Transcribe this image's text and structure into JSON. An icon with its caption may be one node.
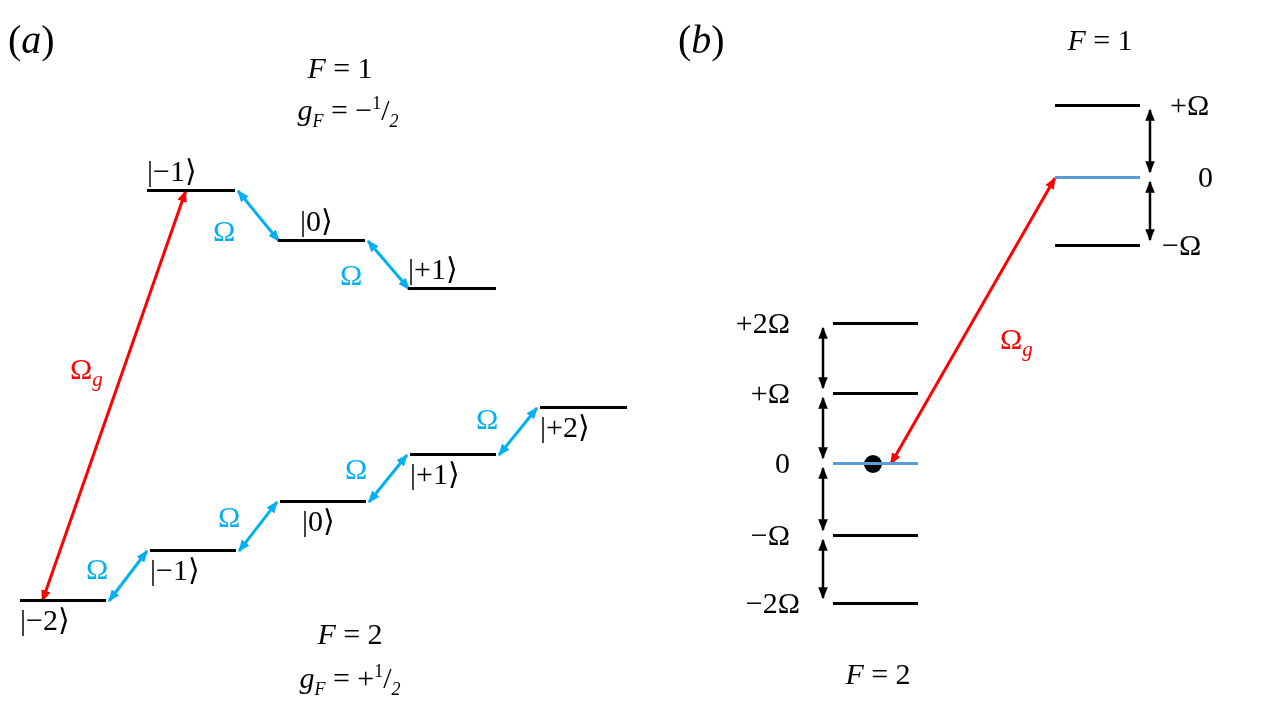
{
  "diagram": {
    "nodes": [
      {
        "text": [
          "|−1⟩"
        ]
      },
      {
        "text": [
          "|0⟩"
        ]
      },
      {
        "text": [
          "|+1⟩"
        ]
      },
      {
        "text": [
          "|−2⟩"
        ]
      },
      {
        "text": [
          "|−1⟩"
        ]
      },
      {
        "text": [
          "|0⟩"
        ]
      },
      {
        "text": [
          "|+1⟩"
        ]
      },
      {
        "text": [
          "|+2⟩"
        ]
      },
      {
        "text": [],
        "shape": "bar",
        "beside": [
          "+Ω"
        ]
      },
      {
        "text": [],
        "shape": "bar",
        "beside": [
          "0"
        ]
      },
      {
        "text": [],
        "shape": "bar",
        "beside": [
          "−Ω"
        ]
      },
      {
        "text": [],
        "shape": "bar",
        "beside": [
          "+2Ω"
        ]
      },
      {
        "text": [],
        "shape": "bar",
        "beside": [
          "+Ω"
        ]
      },
      {
        "text": [],
        "shape": "bar",
        "beside": [
          "0"
        ]
      },
      {
        "text": [],
        "shape": "bar",
        "beside": [
          "−Ω"
        ]
      },
      {
        "text": [],
        "shape": "bar",
        "beside": [
          "−2Ω"
        ]
      }
    ],
    "edges": [
      {
        "from": 3,
        "to": 0,
        "arrow": "both",
        "label": "Ω$_{g}$",
        "color": "#ff0000"
      },
      {
        "from": 0,
        "to": 1,
        "arrow": "both",
        "label": "Ω"
      },
      {
        "from": 1,
        "to": 2,
        "arrow": "both",
        "label": "Ω"
      },
      {
        "from": 3,
        "to": 4,
        "arrow": "both",
        "label": "Ω"
      },
      {
        "from": 4,
        "to": 5,
        "arrow": "both",
        "label": "Ω"
      },
      {
        "from": 5,
        "to": 6,
        "arrow": "both",
        "label": "Ω"
      },
      {
        "from": 6,
        "to": 7,
        "arrow": "both",
        "label": "Ω"
      },
      {
        "from": 13,
        "to": 9,
        "arrow": "both",
        "label": "Ω$_{g}$",
        "color": "#ff0000"
      },
      {
        "from": 8,
        "to": 9,
        "arrow": "both",
        "color": "#000000"
      },
      {
        "from": 9,
        "to": 10,
        "arrow": "both",
        "color": "#000000"
      },
      {
        "from": 11,
        "to": 12,
        "arrow": "both",
        "color": "#000000"
      },
      {
        "from": 12,
        "to": 13,
        "arrow": "both",
        "color": "#000000"
      },
      {
        "from": 13,
        "to": 14,
        "arrow": "both",
        "color": "#000000"
      },
      {
        "from": 14,
        "to": 15,
        "arrow": "both",
        "color": "#000000"
      }
    ],
    "labels": [
      "(*a*)",
      "*F* = 1",
      "*g*$_{F}$ = −$^{1}$/$_{2}$",
      "*F* = 2",
      "*g*$_{F}$ = +$^{1}$/$_{2}$",
      "(*b*)",
      "*F* = 1",
      "*F* = 2"
    ]
  }
}
